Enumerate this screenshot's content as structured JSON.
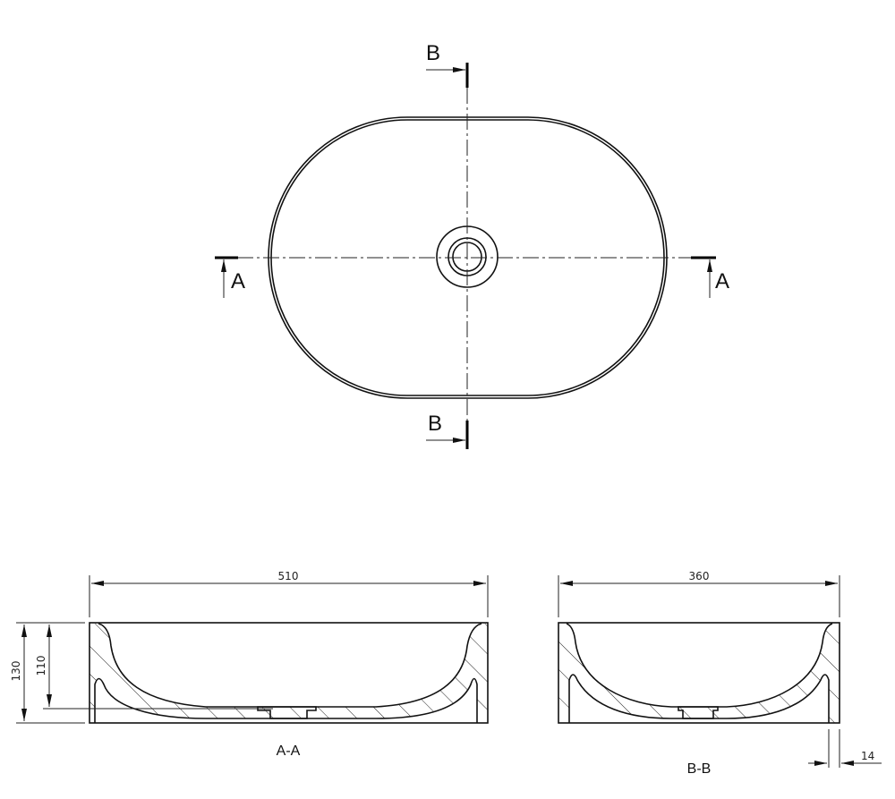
{
  "title": "Oval basin technical drawing",
  "top_view": {
    "section_b_top": "B",
    "section_b_bottom": "B",
    "section_a_left": "A",
    "section_a_right": "A"
  },
  "section_aa": {
    "caption": "A-A",
    "width_dim": "510",
    "height_dim": "130",
    "inner_depth_dim": "110"
  },
  "section_bb": {
    "caption": "B-B",
    "width_dim": "360",
    "wall_dim": "14"
  }
}
